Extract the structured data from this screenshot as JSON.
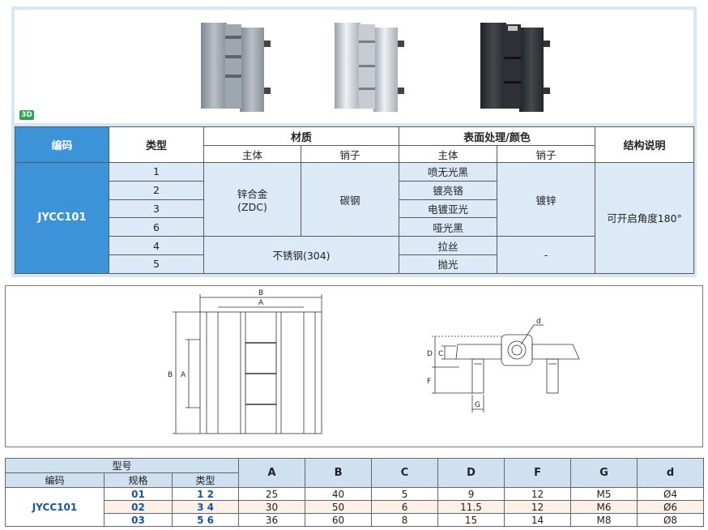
{
  "badge": "3D",
  "spec_table": {
    "header": {
      "code": "编码",
      "type": "类型",
      "material": "材质",
      "finish": "表面处理/颜色",
      "structure": "结构说明",
      "body": "主体",
      "pin": "销子",
      "body2": "主体",
      "pin2": "销子"
    },
    "product_code": "JYCC101",
    "types": [
      "1",
      "2",
      "3",
      "6",
      "4",
      "5"
    ],
    "material_zinc": "锌合金",
    "material_zinc_sub": "(ZDC)",
    "material_carbon": "碳钢",
    "material_stainless": "不锈钢(304)",
    "finishes": [
      "喷无光黑",
      "镀亮铬",
      "电镀亚光",
      "哑光黑",
      "拉丝",
      "抛光"
    ],
    "pin_finish_zinc": "镀锌",
    "pin_finish_stainless": "-",
    "structure_note": "可开启角度180°"
  },
  "drawing": {
    "labels": {
      "B_top": "B",
      "A_top": "A",
      "B_side": "B",
      "A_side": "A",
      "d": "d",
      "D": "D",
      "C": "C",
      "F": "F",
      "G": "G"
    }
  },
  "dim_table": {
    "header": {
      "model": "型号",
      "code": "编码",
      "spec": "规格",
      "type": "类型",
      "cols": [
        "A",
        "B",
        "C",
        "D",
        "F",
        "G",
        "d"
      ]
    },
    "product_code": "JYCC101",
    "rows": [
      {
        "spec": "01",
        "type": "1 2",
        "vals": [
          "25",
          "40",
          "5",
          "9",
          "12",
          "M5",
          "Ø4"
        ]
      },
      {
        "spec": "02",
        "type": "3 4",
        "vals": [
          "30",
          "50",
          "6",
          "11.5",
          "12",
          "M6",
          "Ø6"
        ]
      },
      {
        "spec": "03",
        "type": "5 6",
        "vals": [
          "36",
          "60",
          "8",
          "15",
          "14",
          "M8",
          "Ø8"
        ]
      }
    ]
  }
}
